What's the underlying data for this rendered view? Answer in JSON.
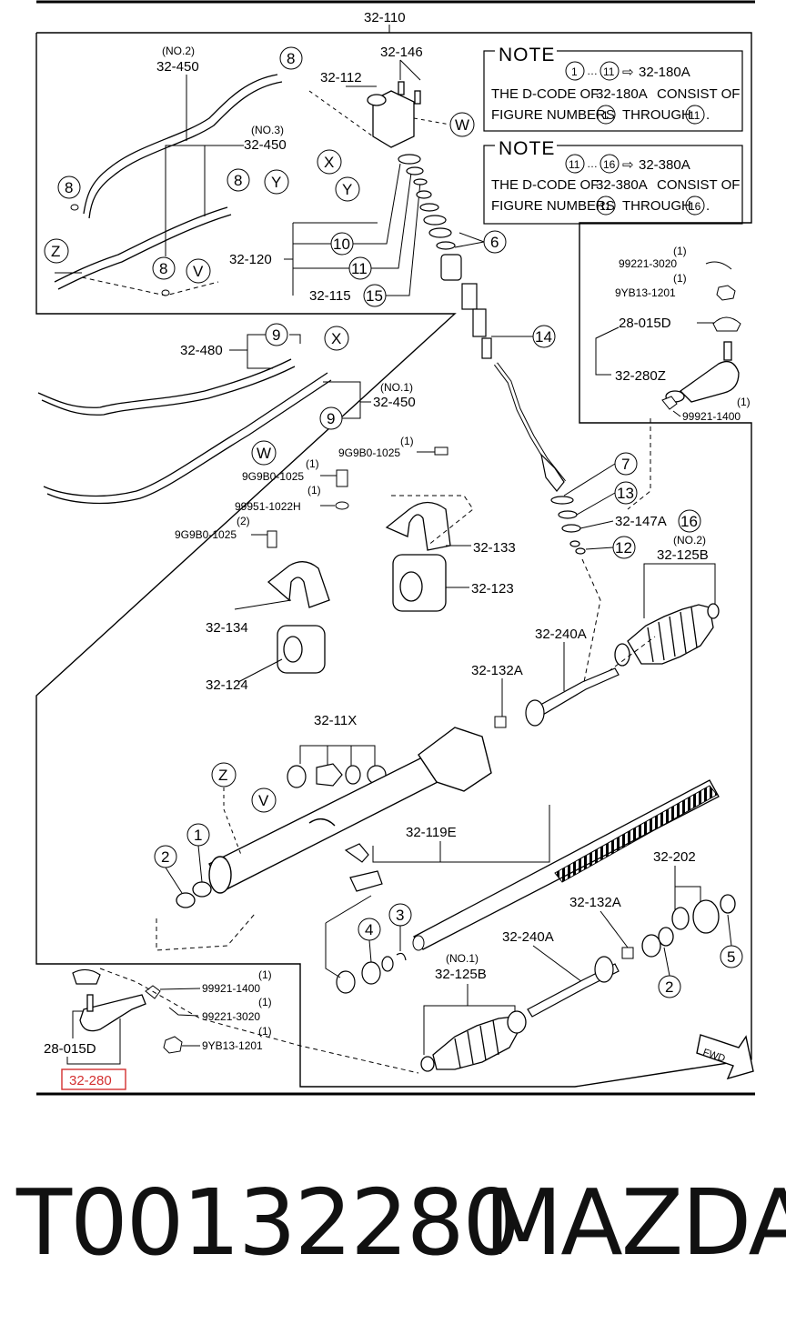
{
  "diagram": {
    "top_code": "32-110",
    "notes": [
      {
        "title": "NOTE",
        "range_start": "1",
        "range_end": "11",
        "ref": "32-180A",
        "line1_a": "THE D-CODE OF",
        "line1_code": "32-180A",
        "line1_b": "CONSIST OF",
        "line2_a": "FIGURE NUMBERS",
        "line2_n1": "1",
        "line2_b": "THROUGH",
        "line2_n2": "11"
      },
      {
        "title": "NOTE",
        "range_start": "11",
        "range_end": "16",
        "ref": "32-380A",
        "line1_a": "THE D-CODE OF",
        "line1_code": "32-380A",
        "line1_b": "CONSIST OF",
        "line2_a": "FIGURE NUMBERS",
        "line2_n1": "11",
        "line2_b": "THROUGH",
        "line2_n2": "16"
      }
    ],
    "labels": {
      "no2": "(NO.2)",
      "no3": "(NO.3)",
      "no1": "(NO.1)",
      "p32_450": "32-450",
      "p32_146": "32-146",
      "p32_112": "32-112",
      "p32_120": "32-120",
      "p32_115": "32-115",
      "p32_480": "32-480",
      "p9g9b0_1025": "9G9B0-1025",
      "p99951": "99951-1022H",
      "p32_133": "32-133",
      "p32_123": "32-123",
      "p32_134": "32-134",
      "p32_124": "32-124",
      "p32_147a": "32-147A",
      "p32_125b": "32-125B",
      "p32_240a": "32-240A",
      "p32_132a": "32-132A",
      "p32_11x": "32-11X",
      "p32_119e": "32-119E",
      "p32_202": "32-202",
      "p99221_3020": "99221-3020",
      "p9yb13_1201": "9YB13-1201",
      "p28_015d": "28-015D",
      "p32_280z": "32-280Z",
      "p99921_1400": "99921-1400",
      "p32_280": "32-280",
      "qty1": "(1)",
      "qty2": "(2)",
      "fwd": "FWD"
    },
    "callouts": {
      "n1": "1",
      "n2": "2",
      "n3": "3",
      "n4": "4",
      "n5": "5",
      "n6": "6",
      "n7": "7",
      "n8": "8",
      "n9": "9",
      "n10": "10",
      "n11": "11",
      "n12": "12",
      "n13": "13",
      "n14": "14",
      "n15": "15",
      "n16": "16",
      "V": "V",
      "W": "W",
      "X": "X",
      "Y": "Y",
      "Z": "Z"
    },
    "highlight_color": "#d32f2f"
  },
  "caption": {
    "part_number": "T00132280",
    "brand": "MAZDA"
  }
}
